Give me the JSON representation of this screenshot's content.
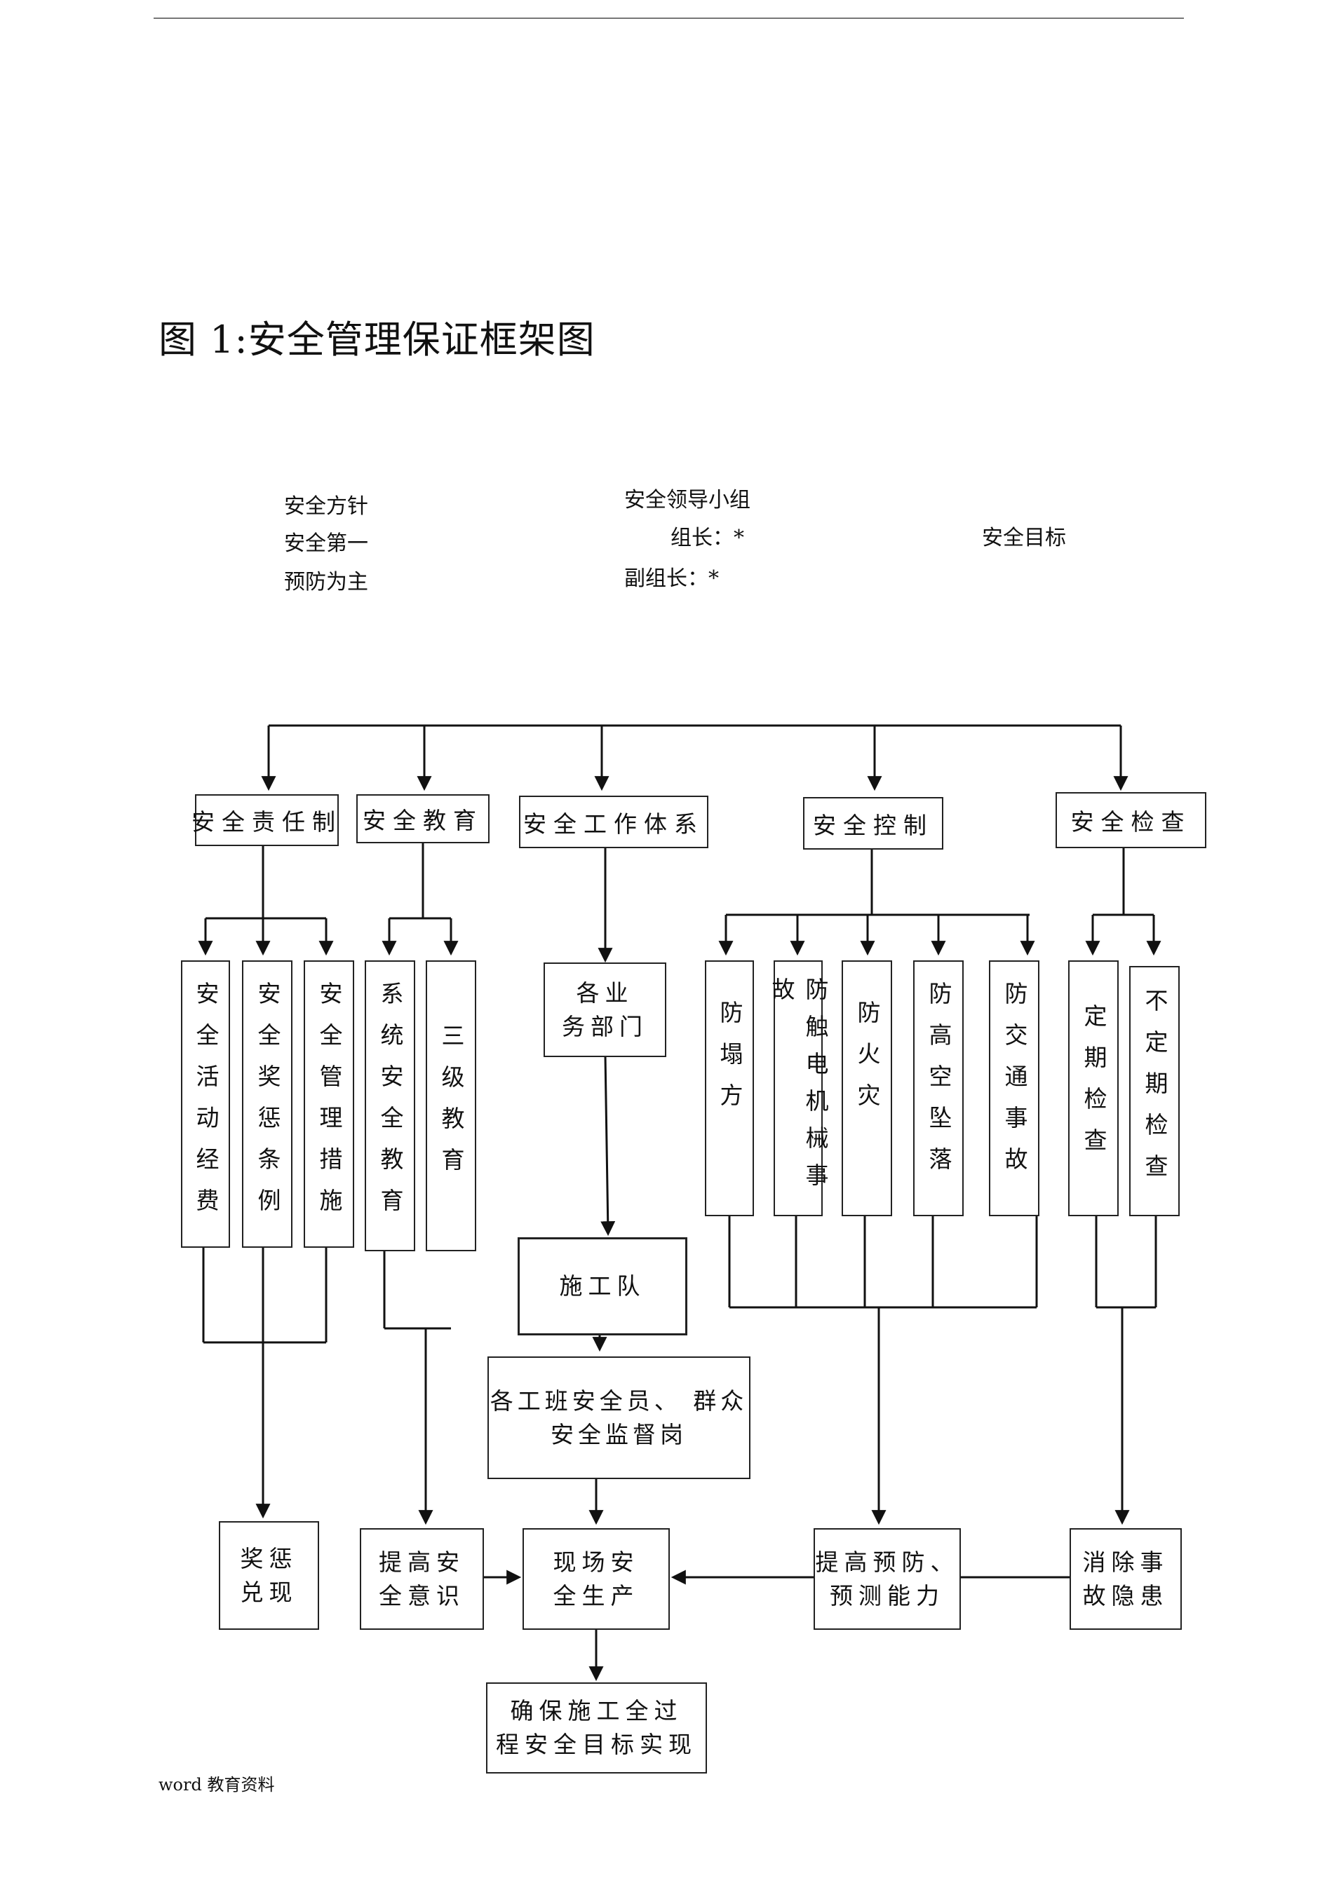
{
  "page": {
    "title": "图 1:安全管理保证框架图",
    "footer": "word 教育资料"
  },
  "header_info": {
    "policy_title": "安全方针",
    "policy_line1": "安全第一",
    "policy_line2": "预防为主",
    "leader_title": "安全领导小组",
    "leader_head": "组长：*",
    "leader_deputy": "副组长：*",
    "target": "安全目标"
  },
  "diagram": {
    "categories": {
      "responsibility": "安全责任制",
      "education": "安全教育",
      "work_system": "安全工作体系",
      "control": "安全控制",
      "inspection": "安全检查"
    },
    "details": {
      "activity_funds": "安全活动经费",
      "reward_rules": "安全奖惩条例",
      "mgmt_measures": "安全管理措施",
      "system_education": "系统安全教育",
      "three_level": "三级教育",
      "departments": "各业\n务部门",
      "anti_collapse": "防塌方",
      "anti_electric": "防触电机械事故",
      "anti_fire": "防火灾",
      "anti_fall": "防高空坠落",
      "anti_traffic": "防交通事故",
      "periodic_check": "定期检查",
      "random_check": "不定期检查"
    },
    "flow": {
      "construction_team": "施工队",
      "safety_officers": "各工班安全员、 群众\n安全监督岗",
      "reward_result": "奖惩\n兑现",
      "awareness": "提高安\n全意识",
      "site_safety": "现场安\n全生产",
      "prevention": "提高预防、\n预测能力",
      "hazard": "消除事\n故隐患",
      "goal": "确保施工全过\n程安全目标实现"
    }
  }
}
